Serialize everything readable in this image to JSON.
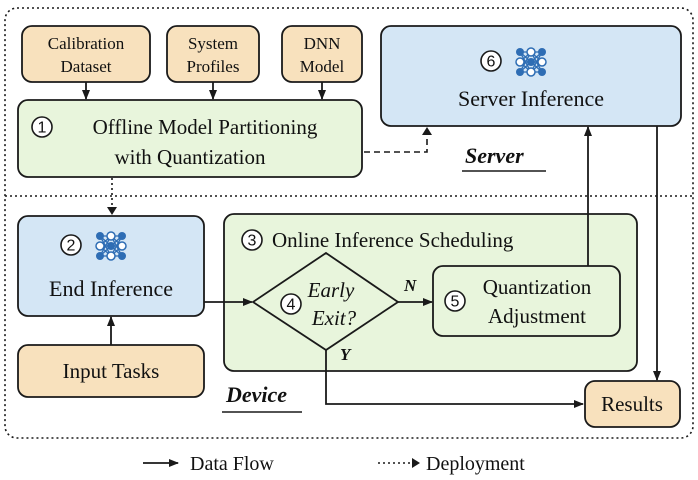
{
  "colors": {
    "orange_fill": "#f8e1bd",
    "green_fill": "#e8f5dc",
    "blue_fill": "#d4e6f5",
    "stroke": "#1a1a1a",
    "nn_blue": "#2e6db4"
  },
  "inputs": [
    {
      "line1": "Calibration",
      "line2": "Dataset"
    },
    {
      "line1": "System",
      "line2": "Profiles"
    },
    {
      "line1": "DNN",
      "line2": "Model"
    }
  ],
  "offline": {
    "number": "1",
    "line1": "Offline Model Partitioning",
    "line2": "with Quantization"
  },
  "server_inference": {
    "number": "6",
    "label": "Server Inference",
    "icon": "neural-network-icon"
  },
  "server_label": "Server",
  "end_inference": {
    "number": "2",
    "label": "End Inference",
    "icon": "neural-network-icon"
  },
  "online_scheduling": {
    "number": "3",
    "label": "Online Inference Scheduling"
  },
  "early_exit": {
    "number": "4",
    "line1": "Early",
    "line2": "Exit?"
  },
  "branch_no": "N",
  "branch_yes": "Y",
  "quantization": {
    "number": "5",
    "line1": "Quantization",
    "line2": "Adjustment"
  },
  "input_tasks": "Input Tasks",
  "device_label": "Device",
  "results": "Results",
  "legend": {
    "data_flow": "Data Flow",
    "deployment": "Deployment"
  }
}
